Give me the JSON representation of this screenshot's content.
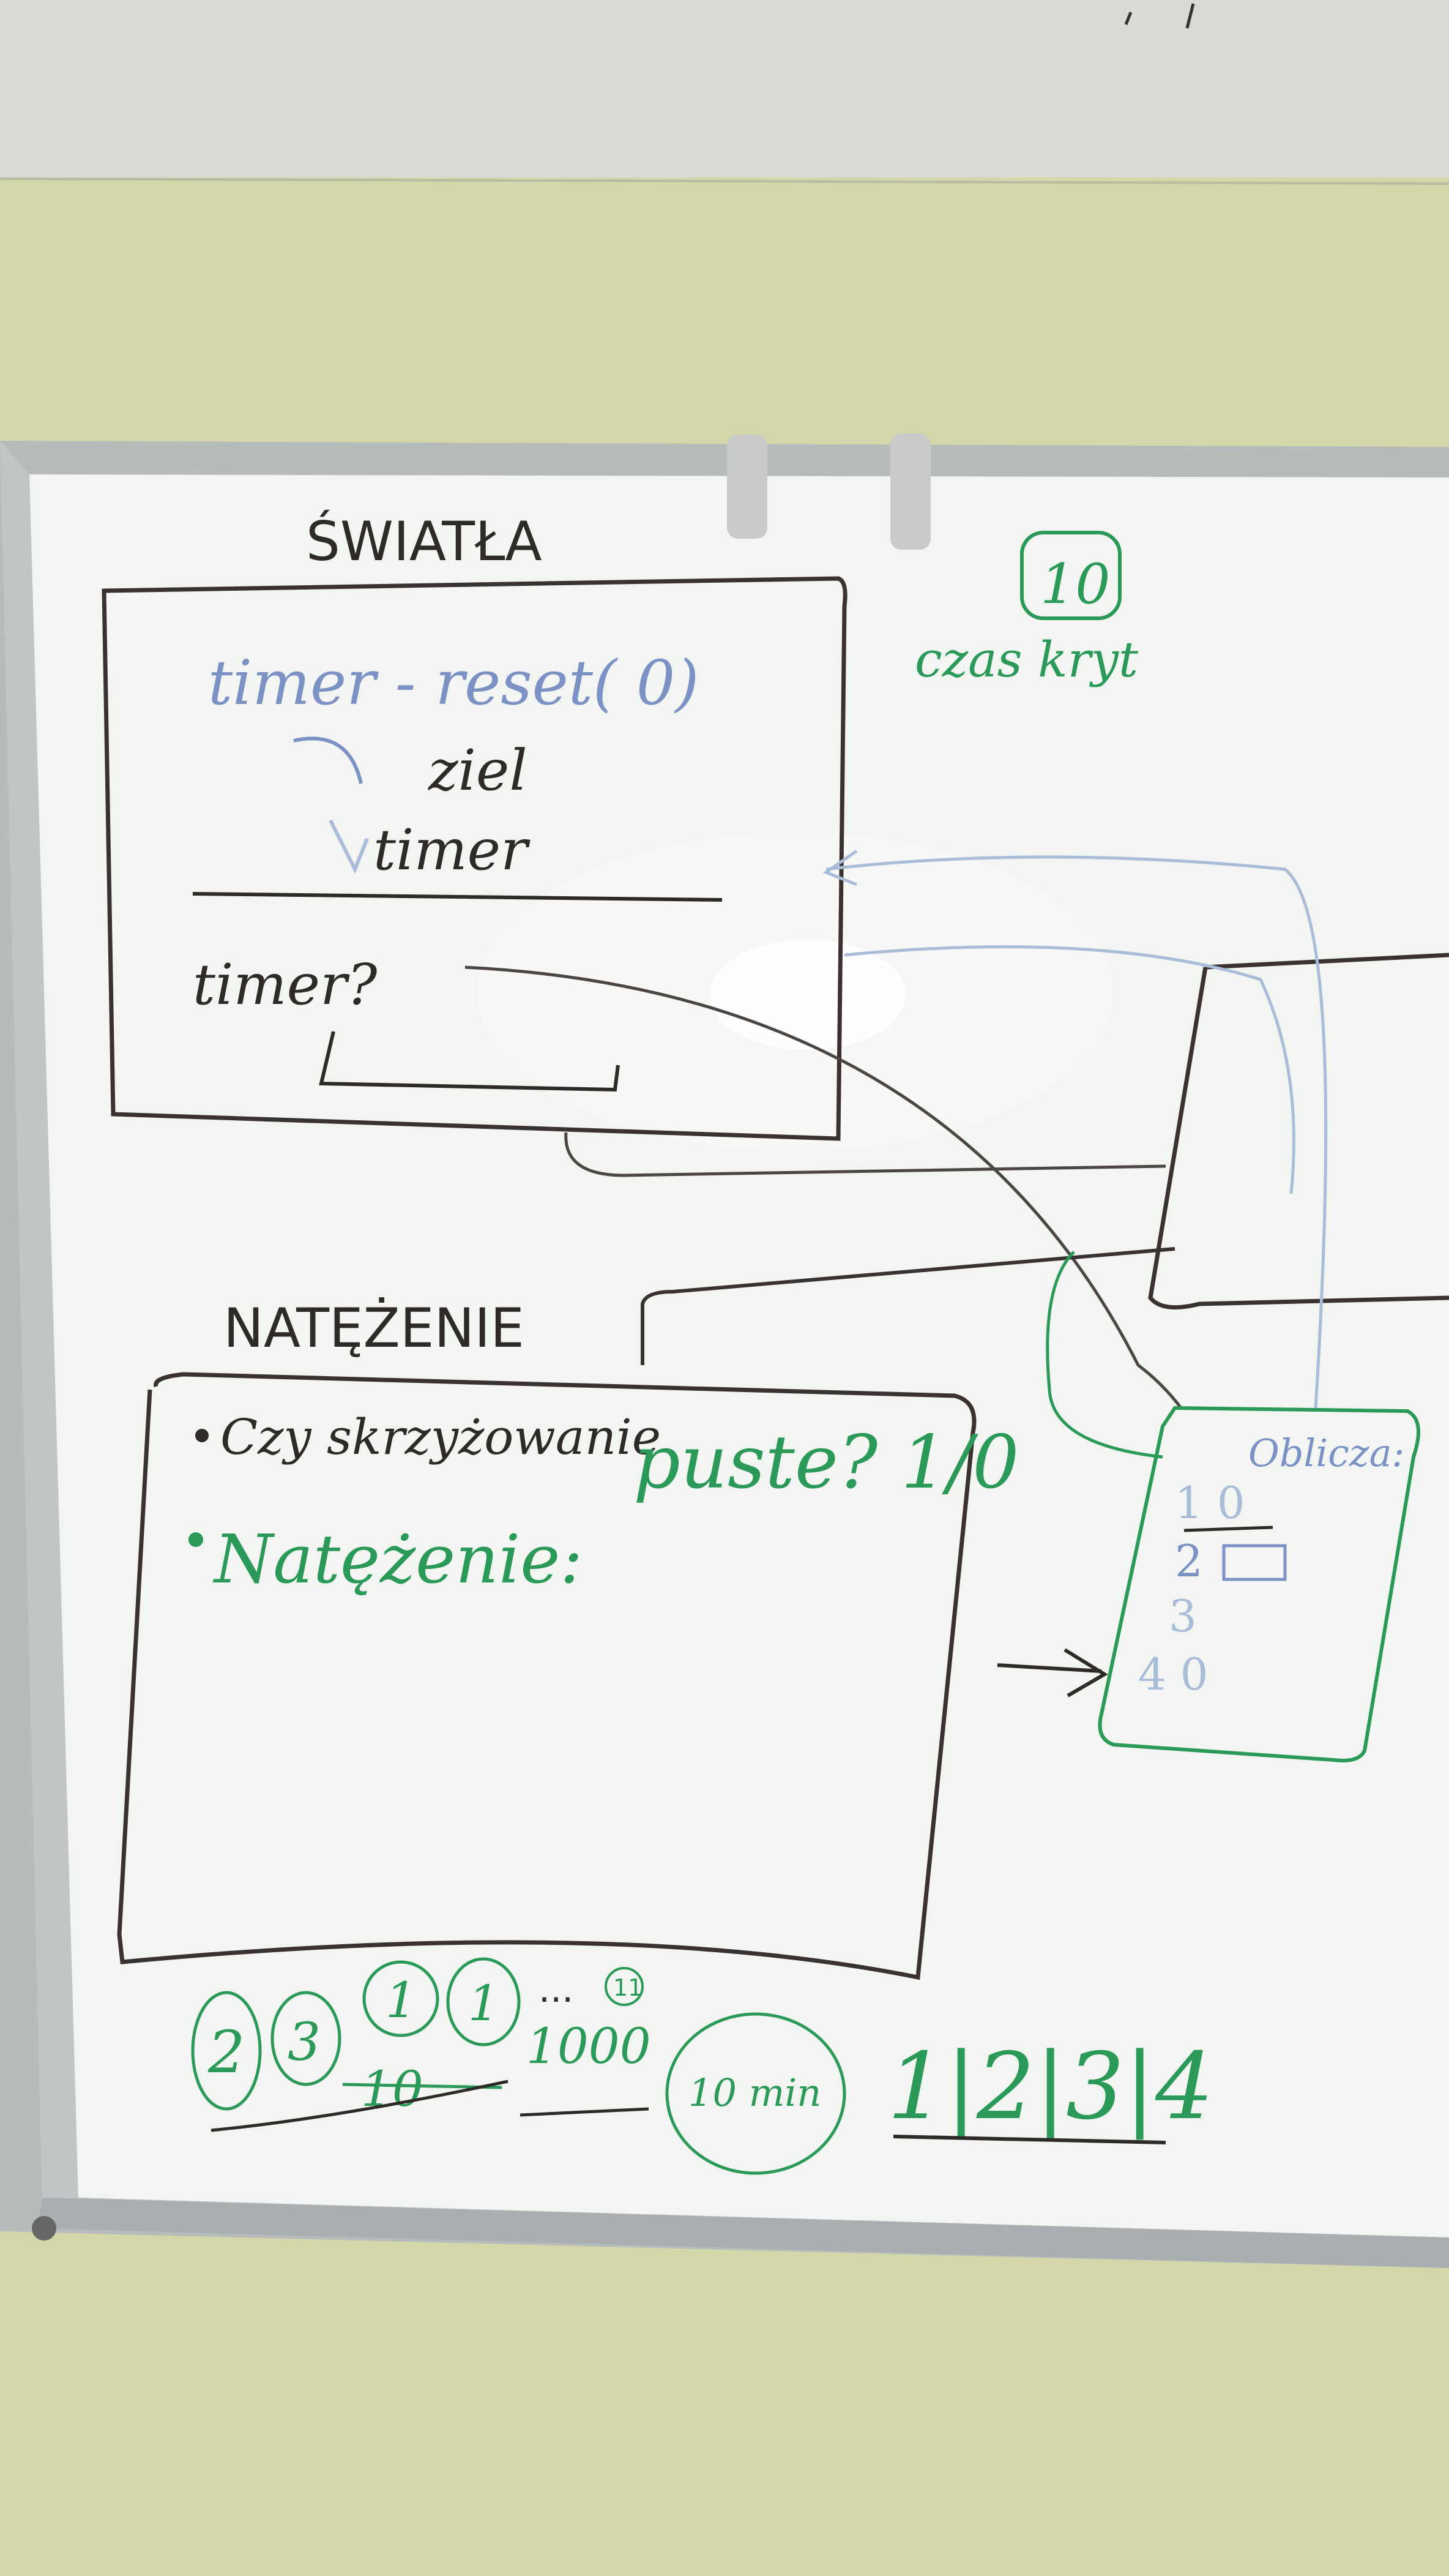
{
  "colors": {
    "wall": "#d2d6a8",
    "ceiling": "#d8dbd2",
    "board": "#f4f6f4",
    "frame": "#b7bcbd",
    "ink_black": "#2d2a28",
    "ink_green": "#2b9a58",
    "ink_blue": "#7c92c4",
    "ink_light_blue": "#a9bcd8"
  },
  "board": {
    "swiatla_title": "ŚWIATŁA",
    "timer_reset": "timer - reset( 0)",
    "ziel": "ziel",
    "timer_line": "timer",
    "timer_q": "timer?",
    "ten_badge": "10",
    "czas_kryt": "czas kryt",
    "natezenie_title": "NATĘŻENIE",
    "bullet_1": "Czy skrzyżowanie",
    "puste": "puste? 1/0",
    "bullet_2": "Natężenie:",
    "oblicza_title": "Oblicza:",
    "oblicza_items": [
      "1 0",
      "2",
      "3",
      "4 0"
    ],
    "bottom_circles": [
      "2",
      "3",
      "1",
      "1",
      "...",
      "11"
    ],
    "strike_10": "10",
    "num_1000": "1000",
    "ten_min_circle": "10 min",
    "score": "1|2|3|4"
  }
}
